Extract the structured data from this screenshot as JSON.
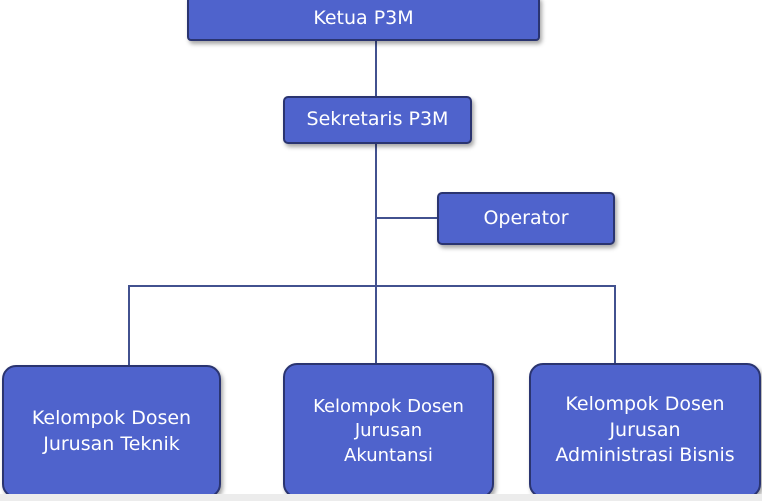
{
  "diagram": {
    "ketua": "Ketua P3M",
    "sekretaris": "Sekretaris P3M",
    "operator": "Operator",
    "kelompok_teknik": "Kelompok Dosen\nJurusan Teknik",
    "kelompok_akuntansi": "Kelompok Dosen\nJurusan\nAkuntansi",
    "kelompok_bisnis": "Kelompok Dosen\nJurusan\nAdministrasi Bisnis"
  },
  "colors": {
    "box_fill": "#4f63cc",
    "box_border": "#2a3470",
    "connector": "#42518f",
    "text": "#ffffff"
  }
}
